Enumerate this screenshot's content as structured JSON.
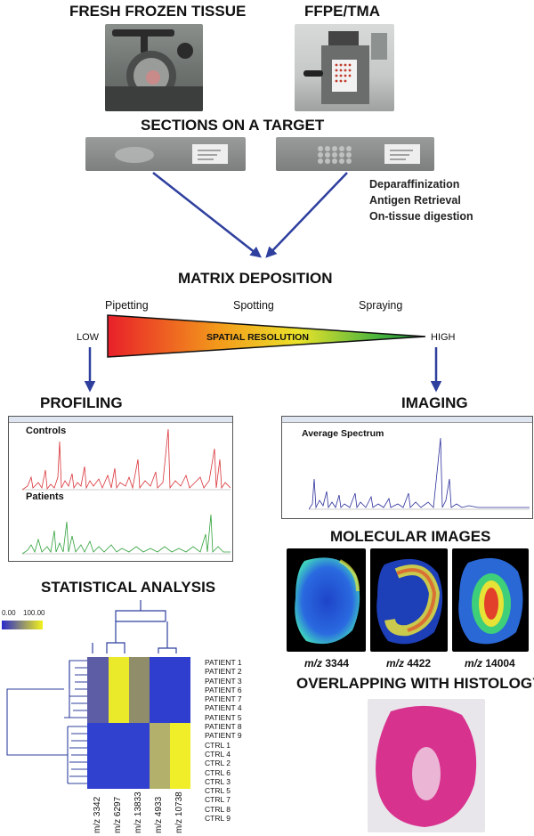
{
  "headings": {
    "fresh_frozen": "FRESH FROZEN TISSUE",
    "ffpe": "FFPE/TMA",
    "sections": "SECTIONS ON A TARGET",
    "matrix": "MATRIX DEPOSITION",
    "profiling": "PROFILING",
    "imaging": "IMAGING",
    "molecular": "MOLECULAR IMAGES",
    "statistical": "STATISTICAL ANALYSIS",
    "overlapping": "OVERLAPPING WITH HISTOLOGY"
  },
  "prep_steps": [
    "Deparaffinization",
    "Antigen Retrieval",
    "On-tissue digestion"
  ],
  "deposition": {
    "methods": [
      "Pipetting",
      "Spotting",
      "Spraying"
    ],
    "low": "LOW",
    "high": "HIGH",
    "resolution": "SPATIAL RESOLUTION"
  },
  "profiling": {
    "controls": "Controls",
    "patients": "Patients"
  },
  "imaging": {
    "average": "Average Spectrum"
  },
  "mz_prefix": "m/z",
  "mz_values": [
    "3344",
    "4422",
    "14004"
  ],
  "colorscale": {
    "min": "0.00",
    "max": "100.00",
    "low_color": "#2a2acc",
    "high_color": "#f2f21a"
  },
  "heatmap_rows": [
    "PATIENT 1",
    "PATIENT 2",
    "PATIENT 3",
    "PATIENT 6",
    "PATIENT 7",
    "PATIENT 4",
    "PATIENT 5",
    "PATIENT 8",
    "PATIENT 9",
    "CTRL 1",
    "CTRL 4",
    "CTRL 2",
    "CTRL 6",
    "CTRL 3",
    "CTRL 5",
    "CTRL 7",
    "CTRL 8",
    "CTRL 9"
  ],
  "heatmap_cols": [
    "m/z 3342",
    "m/z 6297",
    "m/z 13833",
    "m/z 4933",
    "m/z 10738"
  ],
  "colors": {
    "arrow": "#2e3f9e",
    "controls": "#d9343a",
    "patients": "#2fa13a",
    "imaging": "#2b2f9a",
    "histology": "#d8328f"
  }
}
